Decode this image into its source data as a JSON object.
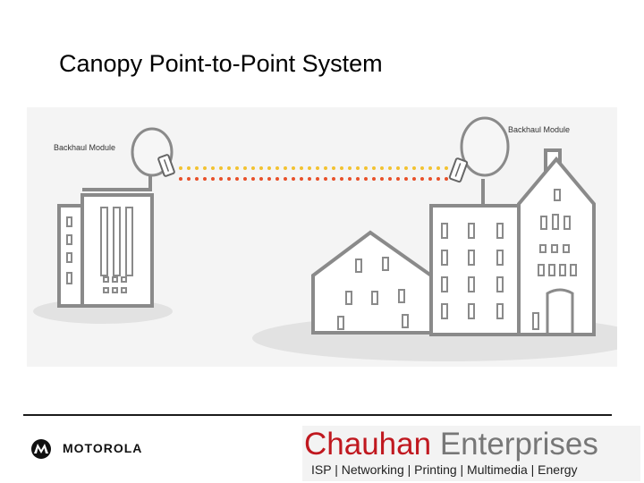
{
  "slide": {
    "title": "Canopy Point-to-Point System"
  },
  "diagram": {
    "left_module_label": "Backhaul Module",
    "right_module_label": "Backhaul Module"
  },
  "footer": {
    "motorola_wordmark": "MOTOROLA",
    "brand_name_part1": "Chauhan",
    "brand_name_part2": "Enterprises",
    "brand_tagline": "ISP | Networking | Printing | Multimedia | Energy",
    "brand_color": "#c0181f",
    "brand_secondary_color": "#777777"
  },
  "colors": {
    "link_dots_top": "#f2c230",
    "link_dots_bottom": "#e8502a"
  }
}
